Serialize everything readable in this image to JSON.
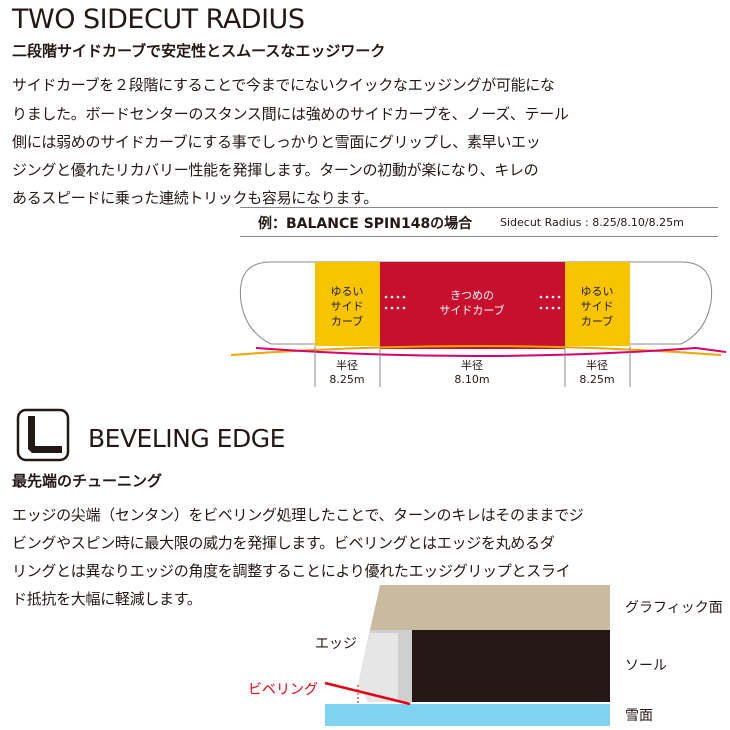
{
  "section1": {
    "title": "TWO SIDECUT RADIUS",
    "subtitle": "二段階サイドカーブで安定性とスムースなエッジワーク",
    "body": [
      "サイドカーブを２段階にすることで今までにないクイックなエッジングが可能にな",
      "りました。ボードセンターのスタンス間には強めのサイドカーブを、ノーズ、テール",
      "側には弱めのサイドカーブにする事でしっかりと雪面にグリップし、素早いエッ",
      "ジングと優れたリカバリー性能を発揮します。ターンの初動が楽になり、キレの",
      "あるスピードに乗った連続トリックも容易になります。"
    ],
    "example_label": "例：BALANCE SPIN148の場合",
    "radius_spec": "Sidecut Radius : 8.25/8.10/8.25m",
    "zones": {
      "left": [
        "ゆるい",
        "サイド",
        "カーブ"
      ],
      "center": [
        "きつめの",
        "サイドカーブ"
      ],
      "right": [
        "ゆるい",
        "サイド",
        "カーブ"
      ]
    },
    "radius_labels": [
      {
        "label": "半径",
        "value": "8.25m"
      },
      {
        "label": "半径",
        "value": "8.10m"
      },
      {
        "label": "半径",
        "value": "8.25m"
      }
    ],
    "colors": {
      "soft_zone": "#f7c500",
      "tight_zone": "#c8102e",
      "soft_curve": "#f0a500",
      "tight_curve": "#d6006e"
    }
  },
  "section2": {
    "icon": "beveled-edge-icon",
    "title": "BEVELING EDGE",
    "subtitle": "最先端のチューニング",
    "body": [
      "エッジの尖端（センタン）をビベリング処理したことで、ターンのキレはそのままでジ",
      "ビングやスピン時に最大限の威力を発揮します。ビベリングとはエッジを丸めるダ",
      "リングとは異なりエッジの角度を調整することにより優れたエッジグリップとスライ",
      "ド抵抗を大幅に軽減します。"
    ],
    "diagram": {
      "graphic_label": "グラフィック面",
      "sole_label": "ソール",
      "snow_label": "雪面",
      "edge_label": "エッジ",
      "bevel_label": "ビベリング",
      "colors": {
        "graphic": "#c8bba0",
        "sole": "#231815",
        "edge": "#c8c8c8",
        "snow": "#7fd3f0",
        "bevel": "#e60012"
      }
    }
  }
}
